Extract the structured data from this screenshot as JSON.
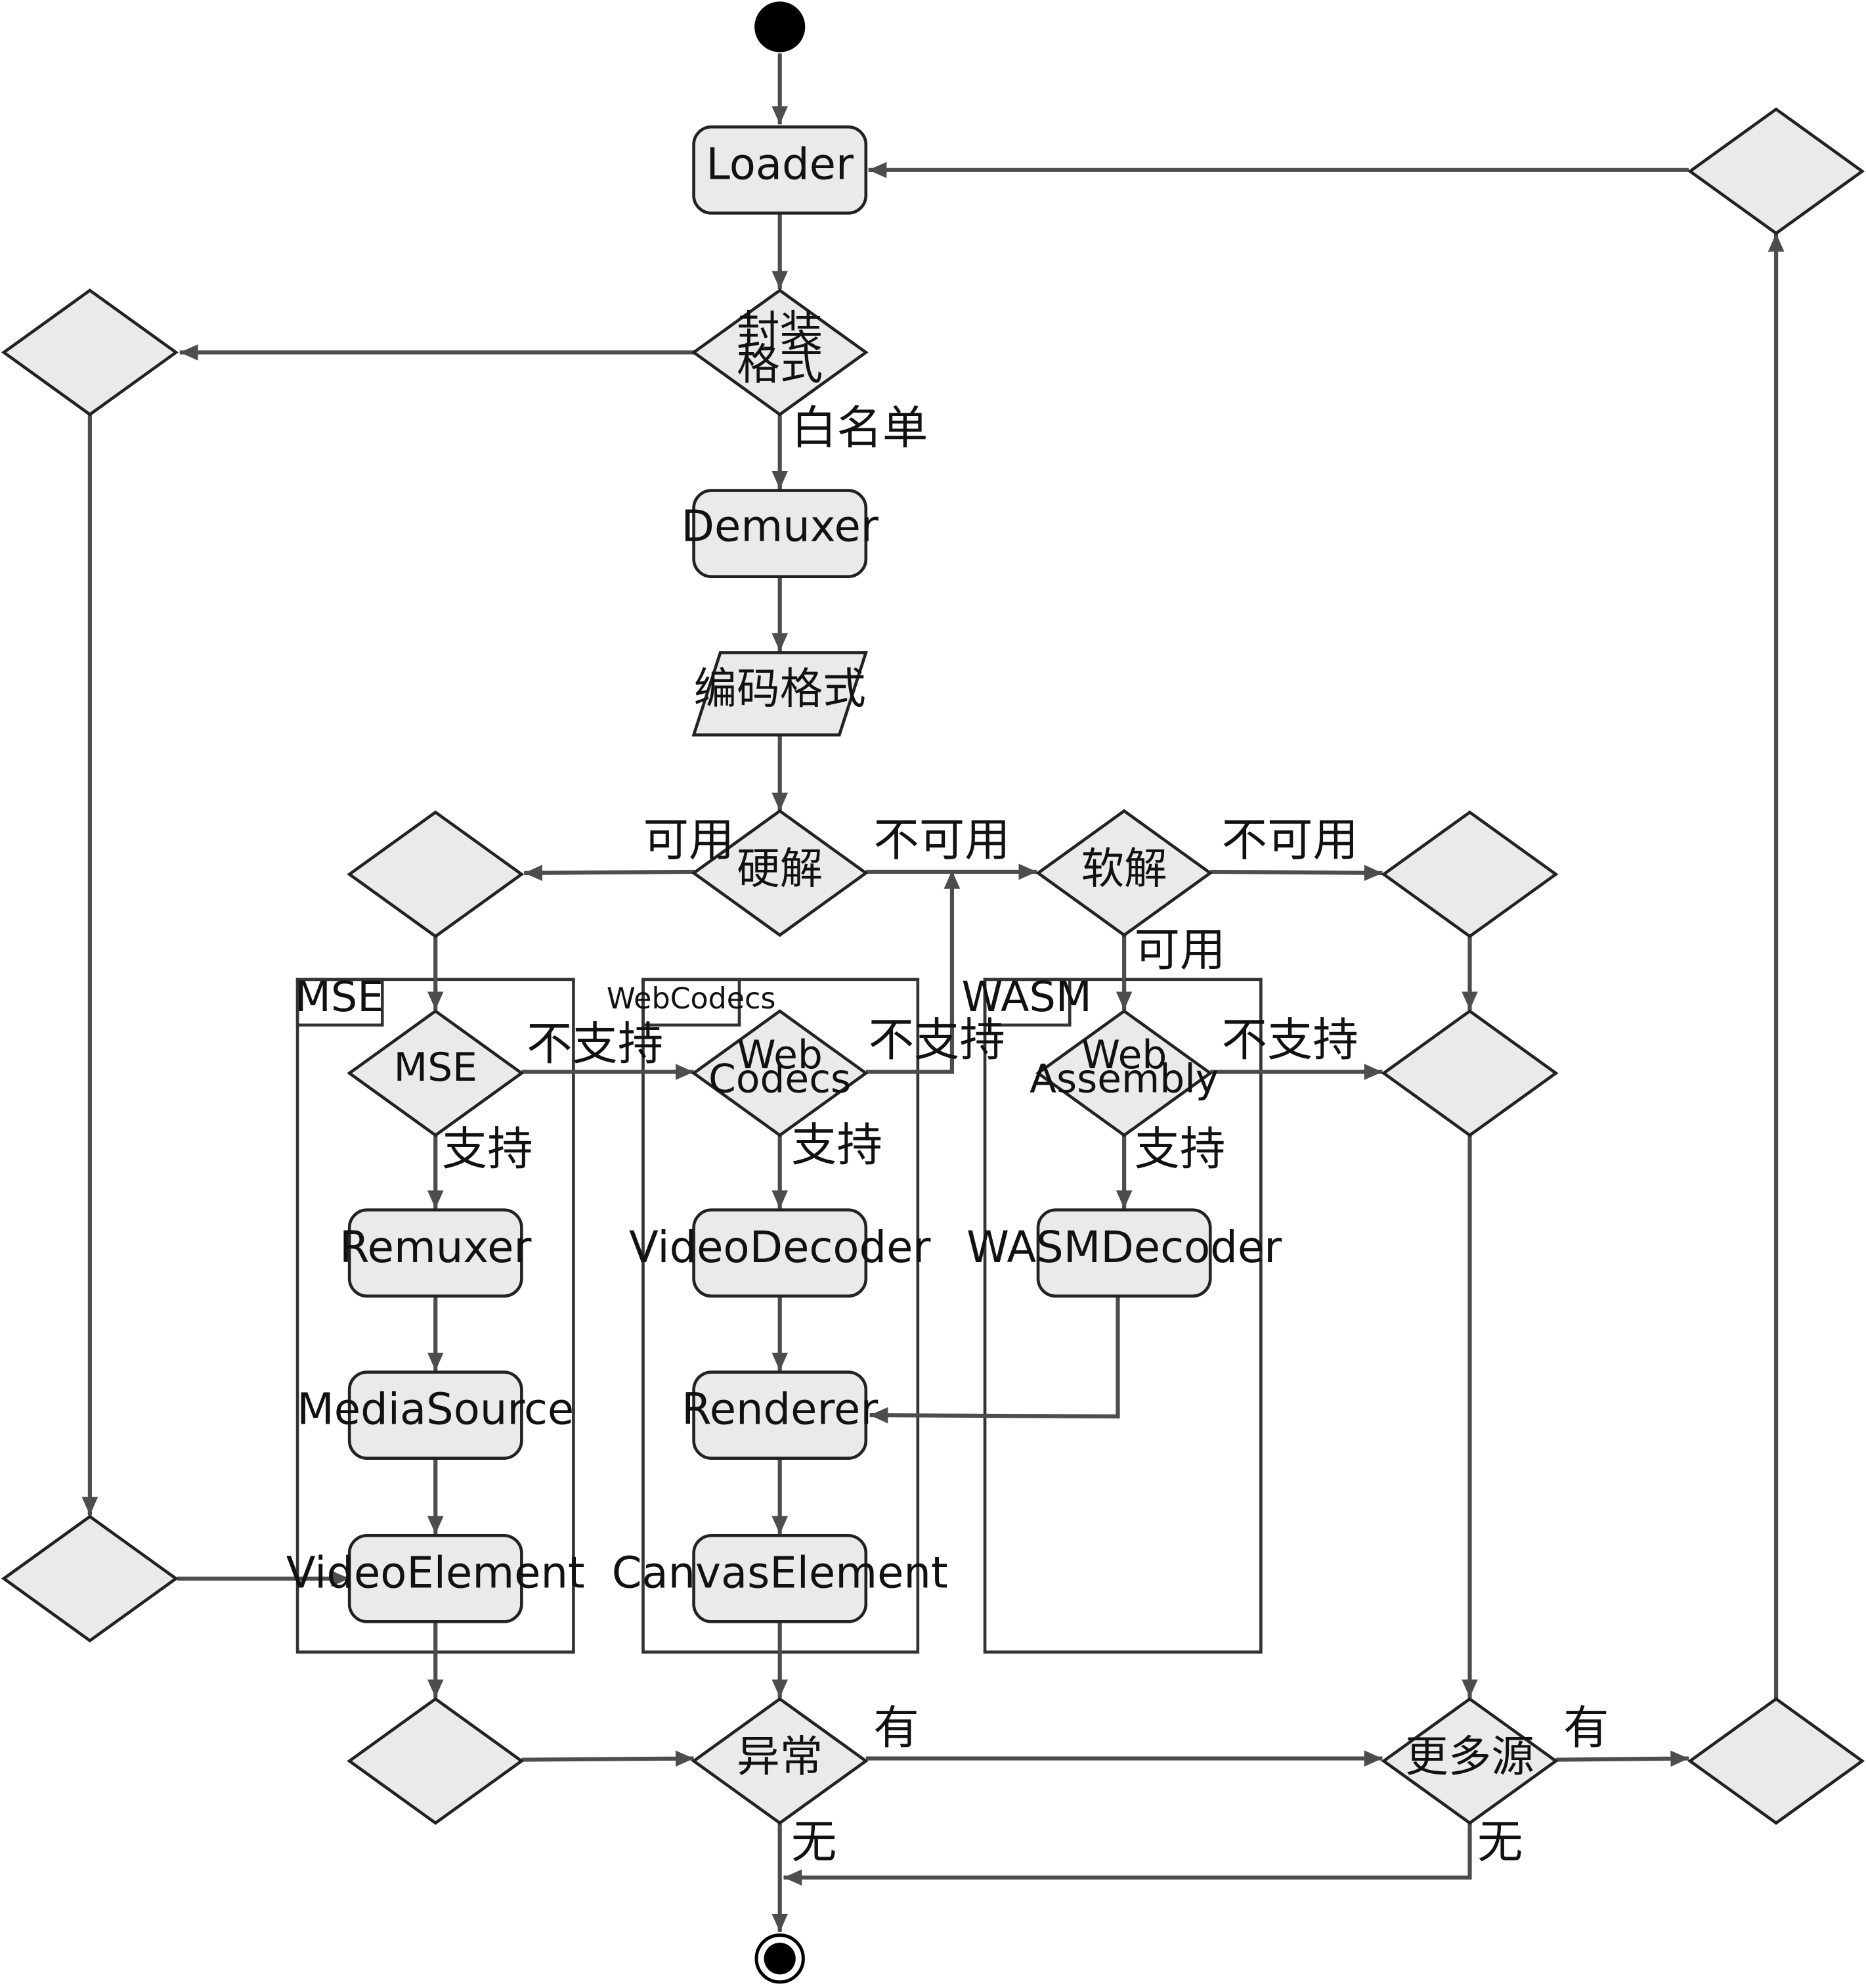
{
  "nodes": {
    "loader": "Loader",
    "packaging_format": [
      "封装",
      "格式"
    ],
    "demuxer": "Demuxer",
    "codec_format": "编码格式",
    "hardware_decode": "硬解",
    "software_decode": "软解",
    "mse_check": "MSE",
    "webcodecs_check": [
      "Web",
      "Codecs"
    ],
    "wasm_check": [
      "Web",
      "Assembly"
    ],
    "remuxer": "Remuxer",
    "media_source": "MediaSource",
    "video_element": "VideoElement",
    "video_decoder": "VideoDecoder",
    "renderer": "Renderer",
    "canvas_element": "CanvasElement",
    "wasm_decoder": "WASMDecoder",
    "exception": "异常",
    "more_sources": "更多源"
  },
  "frames": {
    "mse": "MSE",
    "webcodecs": "WebCodecs",
    "wasm": "WASM"
  },
  "edge_labels": {
    "whitelist": "白名单",
    "hw_available": "可用",
    "hw_unavailable": "不可用",
    "sw_unavailable": "不可用",
    "sw_available": "可用",
    "mse_unsupported": "不支持",
    "mse_supported": "支持",
    "webcodecs_unsupported": "不支持",
    "webcodecs_supported": "支持",
    "wasm_unsupported": "不支持",
    "wasm_supported": "支持",
    "exception_yes": "有",
    "exception_no": "无",
    "more_yes": "有",
    "more_no": "无"
  },
  "colors": {
    "node_fill": "#eaeaea",
    "node_stroke": "#222222",
    "edge": "#4d4d4d",
    "terminal": "#000000"
  }
}
